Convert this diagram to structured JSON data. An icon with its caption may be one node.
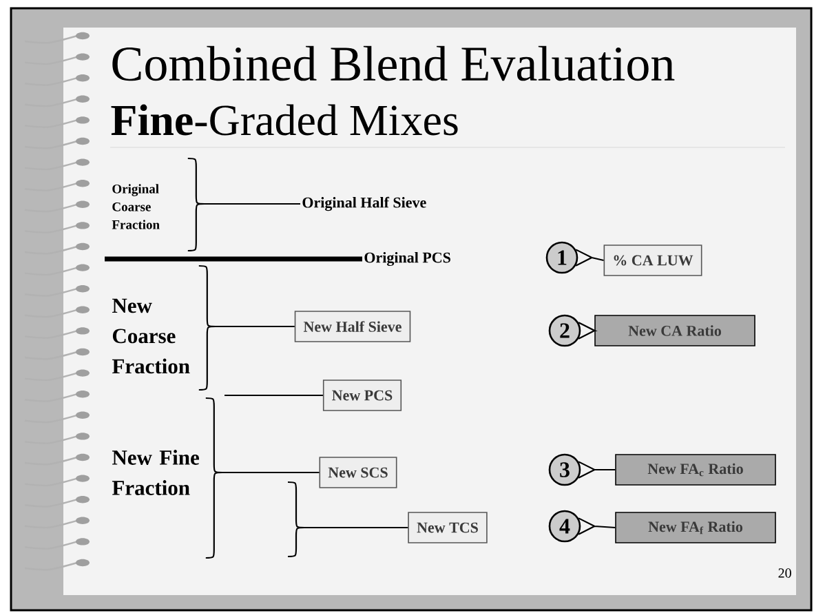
{
  "diagram": {
    "title": "Combined Blend Evaluation",
    "nodes": [
      {
        "text": [
          "Original Coarse Fraction"
        ]
      },
      {
        "text": [
          "Original Half Sieve"
        ]
      },
      {
        "text": [
          "Original PCS"
        ]
      },
      {
        "text": [
          "1"
        ]
      },
      {
        "text": [
          "% CA LUW"
        ]
      },
      {
        "text": [
          "New Coarse Fraction"
        ]
      },
      {
        "text": [
          "New Half Sieve"
        ]
      },
      {
        "text": [
          "2"
        ]
      },
      {
        "text": [
          "New CA Ratio"
        ]
      },
      {
        "text": [
          "New PCS"
        ]
      },
      {
        "text": [
          "New Fine Fraction"
        ]
      },
      {
        "text": [
          "New SCS"
        ]
      },
      {
        "text": [
          "3"
        ]
      },
      {
        "text": [
          "New FA$_{c}$ Ratio"
        ]
      },
      {
        "text": [
          "New TCS"
        ]
      },
      {
        "text": [
          "4"
        ]
      },
      {
        "text": [
          "New FA$_{f}$ Ratio"
        ]
      }
    ],
    "edges": [
      {
        "from": 0,
        "to": 1,
        "arrow": "none"
      },
      {
        "from": null,
        "to": 2,
        "arrow": "none",
        "style": "thick"
      },
      {
        "from": 3,
        "to": 4,
        "arrow": "none"
      },
      {
        "from": 5,
        "to": 6,
        "arrow": "none"
      },
      {
        "from": 7,
        "to": 8,
        "arrow": "none"
      },
      {
        "from": null,
        "to": 9,
        "arrow": "none"
      },
      {
        "from": 10,
        "to": 11,
        "arrow": "none"
      },
      {
        "from": 12,
        "to": 13,
        "arrow": "none"
      },
      {
        "from": null,
        "to": 14,
        "arrow": "none"
      },
      {
        "from": 15,
        "to": 16,
        "arrow": "none"
      }
    ],
    "labels": [
      "**Fine**-Graded Mixes",
      "20"
    ]
  }
}
